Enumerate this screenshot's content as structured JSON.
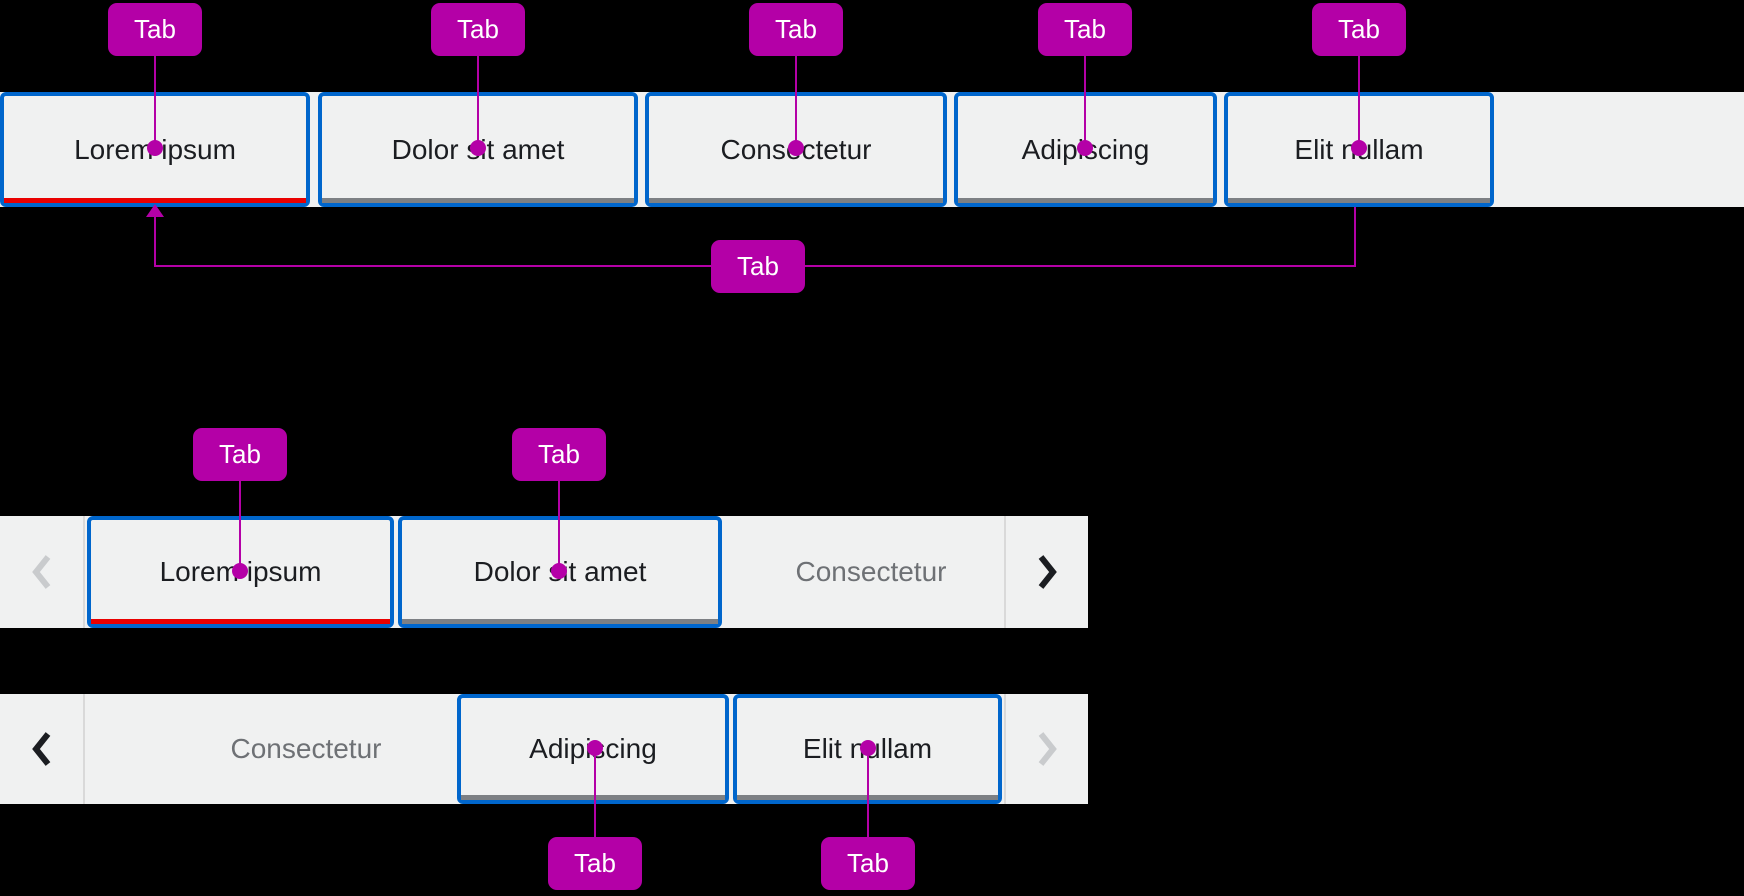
{
  "annotation": {
    "label": "Tab"
  },
  "colors": {
    "canvas_background": "#000000",
    "bar_background": "#f0f1f1",
    "highlight_border": "#0066cc",
    "active_indicator": "#e90000",
    "inactive_indicator": "#7d8084",
    "annotation_magenta": "#b400a7",
    "tab_text": "#1b1d21",
    "overflow_tab_text": "#6e7175",
    "scroll_icon_enabled": "#1b1d21",
    "scroll_icon_disabled": "#c9cbcd",
    "divider": "#d9d9d9"
  },
  "example_full_bar": {
    "tabs": [
      {
        "label": "Lorem ipsum",
        "state": "active"
      },
      {
        "label": "Dolor sit amet",
        "state": "inactive"
      },
      {
        "label": "Consectetur",
        "state": "inactive"
      },
      {
        "label": "Adipiscing",
        "state": "inactive"
      },
      {
        "label": "Elit nullam",
        "state": "inactive"
      }
    ]
  },
  "example_overflow_start": {
    "tabs": [
      {
        "label": "Lorem ipsum",
        "state": "active"
      },
      {
        "label": "Dolor sit amet",
        "state": "inactive"
      },
      {
        "label": "Consectetur",
        "state": "overflow"
      }
    ]
  },
  "example_overflow_end": {
    "tabs": [
      {
        "label": "Consectetur",
        "state": "overflow"
      },
      {
        "label": "Adipiscing",
        "state": "inactive"
      },
      {
        "label": "Elit nullam",
        "state": "inactive"
      }
    ]
  }
}
